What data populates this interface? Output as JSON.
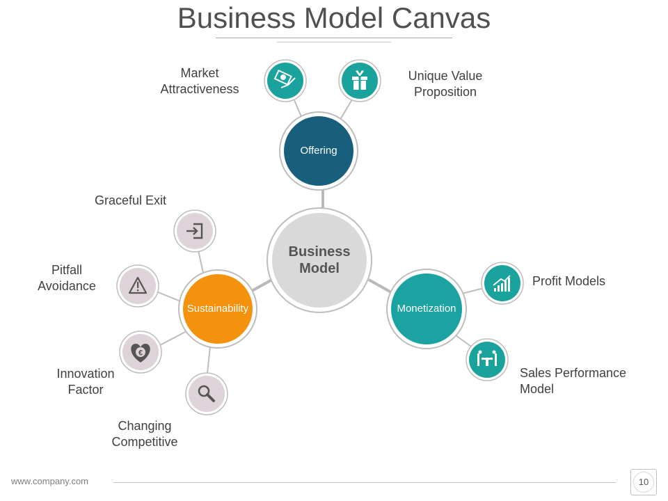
{
  "title": "Business Model Canvas",
  "core": {
    "label": "Business\nModel"
  },
  "hubs": {
    "offering": "Offering",
    "sustainability": "Sustainability",
    "monetization": "Monetization"
  },
  "satellites": {
    "market_attractiveness": "Market\nAttractiveness",
    "unique_value_proposition": "Unique Value\nProposition",
    "profit_models": "Profit Models",
    "sales_performance_model": "Sales  Performance\nModel",
    "graceful_exit": "Graceful Exit",
    "pitfall_avoidance": "Pitfall\nAvoidance",
    "innovation_factor": "Innovation\nFactor",
    "changing_competitive": "Changing\nCompetitive"
  },
  "footer": {
    "url": "www.company.com",
    "page_number": "10"
  },
  "colors": {
    "offering": "#175f7c",
    "sustainability": "#f5920d",
    "monetization": "#1aa3a0",
    "teal_icon": "#1aa39c",
    "mauve_icon": "#ddd3d9",
    "core_fill": "#d9d9d9",
    "connector": "#b8b8b8"
  },
  "icons": {
    "market_attractiveness": "money-hand-icon",
    "unique_value_proposition": "gift-icon",
    "profit_models": "bar-chart-growth-icon",
    "sales_performance_model": "meeting-table-icon",
    "graceful_exit": "exit-arrow-icon",
    "pitfall_avoidance": "warning-triangle-icon",
    "innovation_factor": "euro-heart-icon",
    "changing_competitive": "magnifier-icon"
  }
}
